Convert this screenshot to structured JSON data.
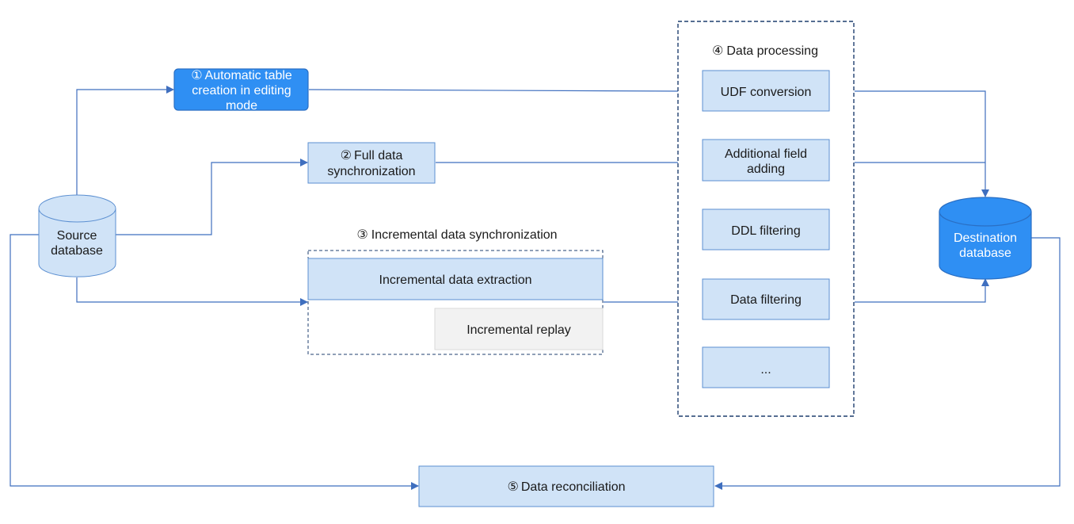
{
  "source_db": {
    "line1": "Source",
    "line2": "database"
  },
  "destination_db": {
    "line1": "Destination",
    "line2": "database"
  },
  "step1": {
    "marker": "①",
    "line1": "Automatic table",
    "line2": "creation in editing",
    "line3": "mode"
  },
  "step2": {
    "marker": "②",
    "line1": "Full data",
    "line2": "synchronization"
  },
  "step3": {
    "marker": "③",
    "title": "Incremental data synchronization",
    "extraction": "Incremental data extraction",
    "replay": "Incremental replay"
  },
  "step4": {
    "marker": "④",
    "title": "Data processing",
    "udf": "UDF conversion",
    "additional_line1": "Additional field",
    "additional_line2": "adding",
    "ddl": "DDL filtering",
    "data_filtering": "Data filtering",
    "more": "..."
  },
  "step5": {
    "marker": "⑤",
    "label": "Data reconciliation"
  },
  "colors": {
    "connector": "#3f6fbf",
    "box_fill": "#d0e3f7",
    "box_border": "#5b8fd1",
    "highlight_fill": "#2f8ff3",
    "dashed_border": "#1f3f6f",
    "replay_fill": "#f2f2f2"
  }
}
